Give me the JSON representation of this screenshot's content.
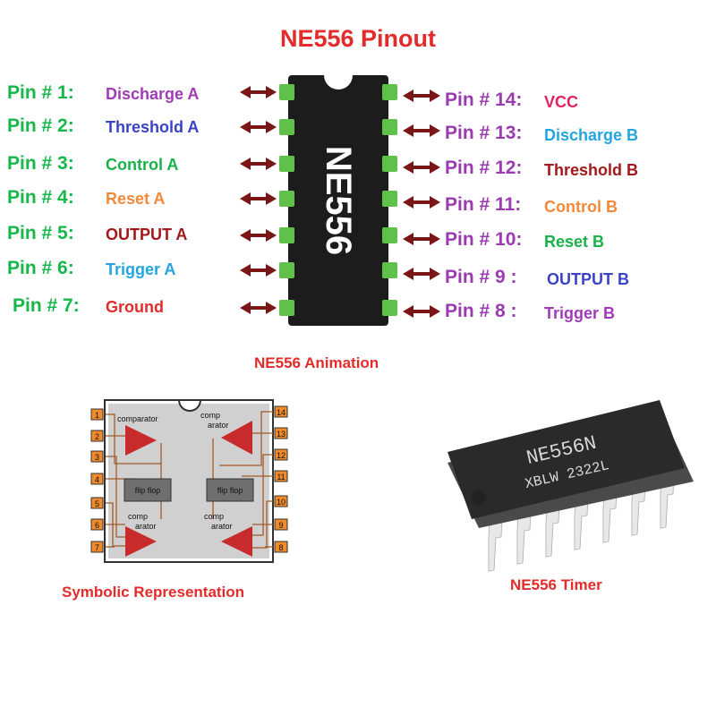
{
  "title": "NE556 Pinout",
  "chip_label": "NE556",
  "colors": {
    "title_red": "#e32b2b",
    "pin_green": "#16b84a",
    "pin_purple": "#9a3bb0",
    "arrow": "#7a1616",
    "pad_green": "#5fc14a"
  },
  "left_pins": [
    {
      "number": "Pin # 1:",
      "function": "Discharge A",
      "color": "#a03bb8"
    },
    {
      "number": "Pin # 2:",
      "function": "Threshold A",
      "color": "#3a43c7"
    },
    {
      "number": "Pin # 3:",
      "function": "Control A",
      "color": "#17b24a"
    },
    {
      "number": "Pin # 4:",
      "function": "Reset A",
      "color": "#f2893a"
    },
    {
      "number": "Pin # 5:",
      "function": "OUTPUT A",
      "color": "#a3181b"
    },
    {
      "number": "Pin # 6:",
      "function": "Trigger A",
      "color": "#23a6e0"
    },
    {
      "number": "Pin # 7:",
      "function": "Ground",
      "color": "#e22b2b"
    }
  ],
  "right_pins": [
    {
      "number": "Pin # 14:",
      "function": "VCC",
      "color": "#e0245e"
    },
    {
      "number": "Pin # 13:",
      "function": "Discharge B",
      "color": "#23a6e0"
    },
    {
      "number": "Pin # 12:",
      "function": "Threshold B",
      "color": "#a3181b"
    },
    {
      "number": "Pin # 11:",
      "function": "Control B",
      "color": "#f2893a"
    },
    {
      "number": "Pin # 10:",
      "function": "Reset B",
      "color": "#17b24a"
    },
    {
      "number": "Pin #  9 :",
      "function": "OUTPUT B",
      "color": "#3a43c7"
    },
    {
      "number": "Pin #  8 :",
      "function": "Trigger B",
      "color": "#a03bb8"
    }
  ],
  "animation_caption": "NE556 Animation",
  "symbolic": {
    "caption": "Symbolic Representation",
    "left_pin_numbers": [
      "1",
      "2",
      "3",
      "4",
      "5",
      "6",
      "7"
    ],
    "right_pin_numbers": [
      "14",
      "13",
      "12",
      "11",
      "10",
      "9",
      "8"
    ],
    "comparator_top_left": "comparator",
    "comparator_top_right": [
      "comp",
      "arator"
    ],
    "comparator_bottom_left": [
      "comp",
      "arator"
    ],
    "comparator_bottom_right": [
      "comp",
      "arator"
    ],
    "flip_flop": "flip flop"
  },
  "photo": {
    "caption": "NE556 Timer",
    "marking_line1": "NE556N",
    "marking_line2": "XBLW  2322L"
  }
}
